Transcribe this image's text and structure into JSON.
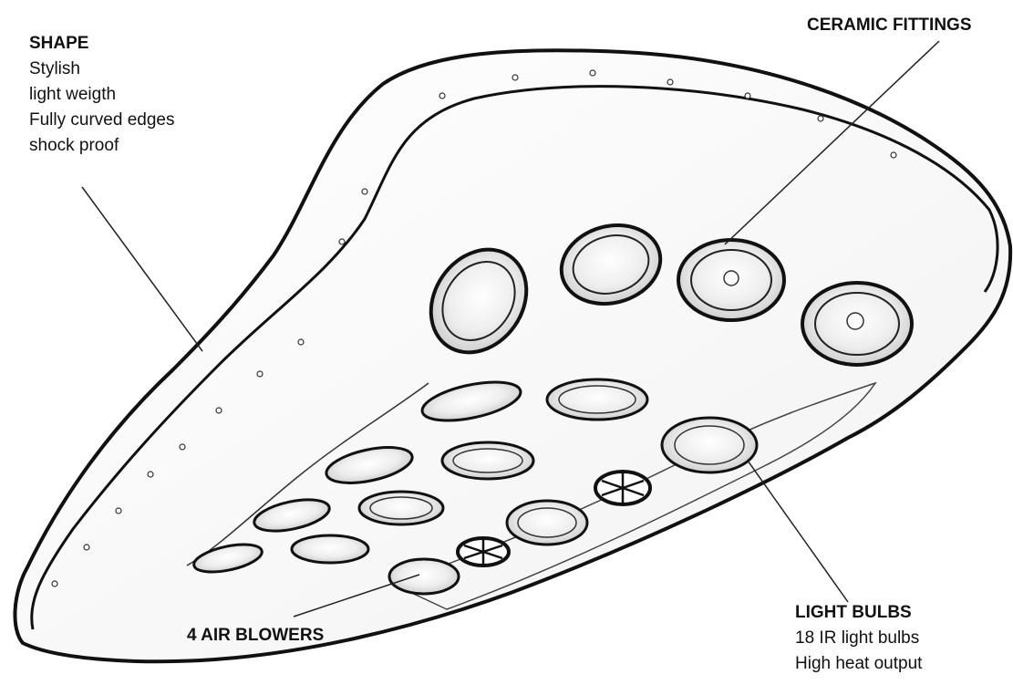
{
  "labels": {
    "shape": {
      "title": "SHAPE",
      "lines": [
        "Stylish",
        "light weigth",
        "Fully curved edges",
        "shock proof"
      ]
    },
    "ceramic_fittings": {
      "title": "CERAMIC FITTINGS"
    },
    "air_blowers": {
      "title": "4 AIR BLOWERS"
    },
    "light_bulbs": {
      "title": "LIGHT BULBS",
      "lines": [
        "18 IR light bulbs",
        "High heat output"
      ]
    }
  },
  "colors": {
    "ink": "#111111",
    "background": "#ffffff",
    "shade": "#e6e6e6"
  }
}
